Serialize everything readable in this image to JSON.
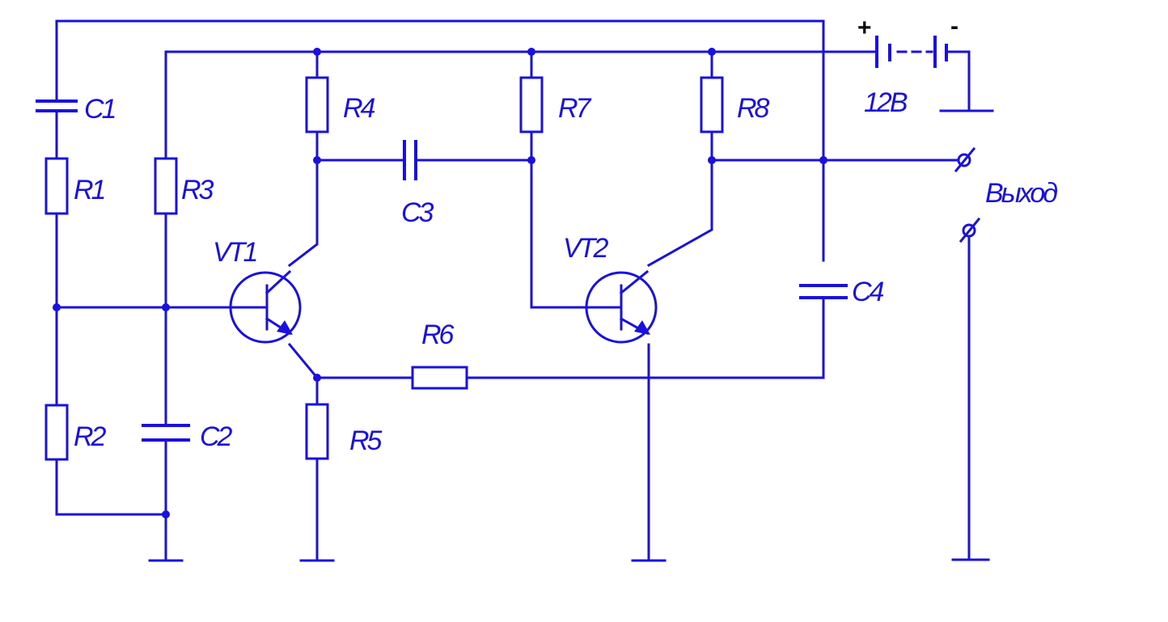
{
  "diagram": {
    "labels": {
      "C1": "C1",
      "C2": "C2",
      "C3": "C3",
      "C4": "C4",
      "R1": "R1",
      "R2": "R2",
      "R3": "R3",
      "R4": "R4",
      "R5": "R5",
      "R6": "R6",
      "R7": "R7",
      "R8": "R8",
      "VT1": "VT1",
      "VT2": "VT2",
      "supply_voltage": "12В",
      "supply_plus": "+",
      "supply_minus": "-",
      "output": "Выход"
    },
    "line_color": "#1a10e0",
    "background": "#ffffff"
  }
}
